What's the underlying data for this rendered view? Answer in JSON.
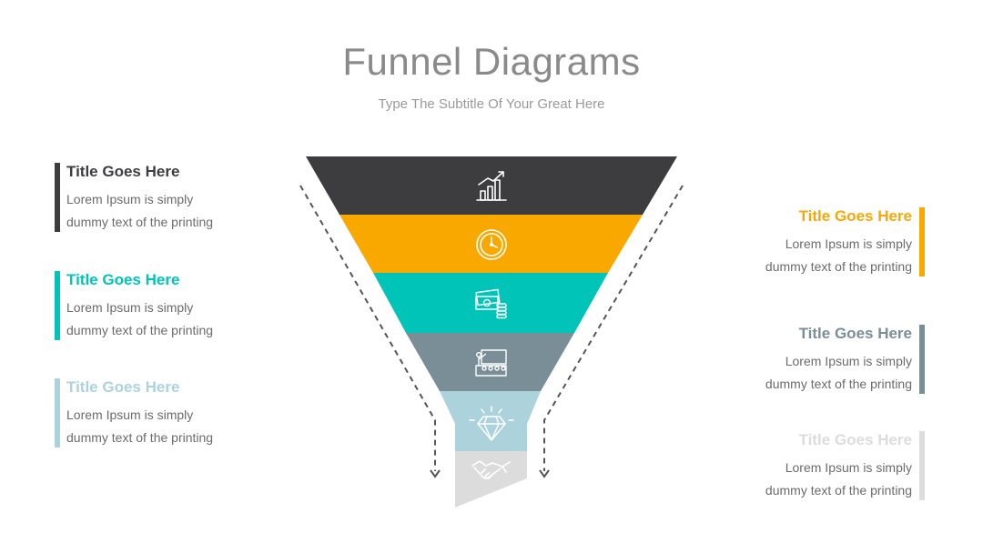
{
  "header": {
    "title": "Funnel Diagrams",
    "subtitle": "Type The Subtitle Of Your Great Here"
  },
  "colors": {
    "dark": "#3d3d3f",
    "orange": "#f9a800",
    "teal": "#00c4b8",
    "slate": "#7a8e97",
    "light_blue": "#acd3dc",
    "light_gray": "#dcdcdc"
  },
  "funnel": {
    "levels": [
      {
        "icon": "growth-chart-icon",
        "color": "#3d3d3f"
      },
      {
        "icon": "clock-icon",
        "color": "#f9a800"
      },
      {
        "icon": "money-icon",
        "color": "#00c4b8"
      },
      {
        "icon": "presentation-icon",
        "color": "#7a8e97"
      },
      {
        "icon": "diamond-icon",
        "color": "#acd3dc"
      },
      {
        "icon": "handshake-icon",
        "color": "#dcdcdc"
      }
    ]
  },
  "left_items": [
    {
      "title": "Title Goes Here",
      "line1": "Lorem Ipsum is simply",
      "line2": "dummy text of the printing",
      "color": "#3d3d3f"
    },
    {
      "title": "Title Goes Here",
      "line1": "Lorem Ipsum is simply",
      "line2": "dummy text of the printing",
      "color": "#00c4b8"
    },
    {
      "title": "Title Goes Here",
      "line1": "Lorem Ipsum is simply",
      "line2": "dummy text of the printing",
      "color": "#acd3dc"
    }
  ],
  "right_items": [
    {
      "title": "Title Goes Here",
      "line1": "Lorem Ipsum is simply",
      "line2": "dummy text of the printing",
      "color": "#f9a800"
    },
    {
      "title": "Title Goes Here",
      "line1": "Lorem Ipsum is simply",
      "line2": "dummy text of the printing",
      "color": "#7a8e97"
    },
    {
      "title": "Title Goes Here",
      "line1": "Lorem Ipsum is simply",
      "line2": "dummy text of the printing",
      "color": "#dcdcdc"
    }
  ]
}
